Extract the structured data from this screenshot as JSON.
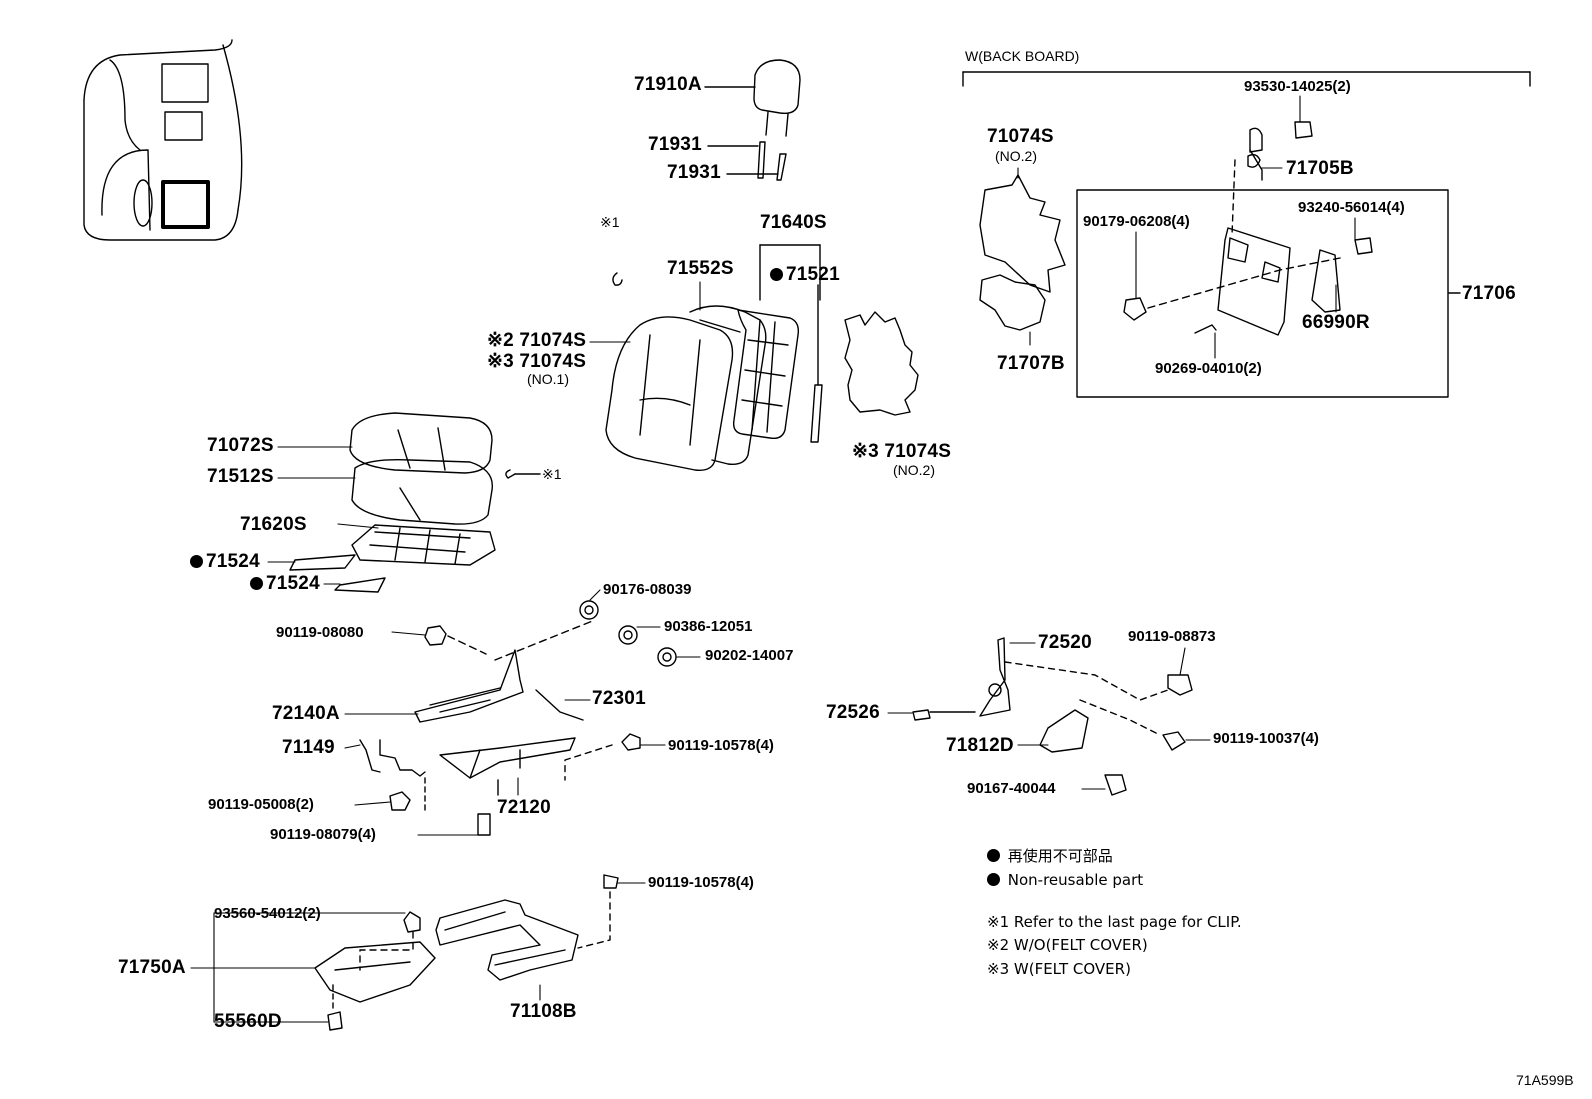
{
  "header": {
    "back_board_label": "W(BACK BOARD)"
  },
  "parts": {
    "p71910A": "71910A",
    "p71931a": "71931",
    "p71931b": "71931",
    "clip_mark_1": "※1",
    "p71640S": "71640S",
    "p71552S": "71552S",
    "p71521": "71521",
    "p71074S_w2": "※2 71074S",
    "p71074S_w3": "※3 71074S",
    "no1": "(NO.1)",
    "p71074S_no2_bottom": "※3 71074S",
    "no2_bottom": "(NO.2)",
    "p71072S": "71072S",
    "p71512S": "71512S",
    "clip_mark_2": "※1",
    "p71620S": "71620S",
    "p71524a": "71524",
    "p71524b": "71524",
    "p90176": "90176-08039",
    "p90386": "90386-12051",
    "p90202": "90202-14007",
    "p90119_08080": "90119-08080",
    "p72301": "72301",
    "p72140A": "72140A",
    "p71149": "71149",
    "p90119_10578a": "90119-10578(4)",
    "p90119_05008": "90119-05008(2)",
    "p72120": "72120",
    "p90119_08079": "90119-08079(4)",
    "p90119_10578b": "90119-10578(4)",
    "p93560": "93560-54012(2)",
    "p71750A": "71750A",
    "p55560D": "55560D",
    "p71108B": "71108B",
    "p72520": "72520",
    "p90119_08873": "90119-08873",
    "p72526": "72526",
    "p71812D": "71812D",
    "p90119_10037": "90119-10037(4)",
    "p90167": "90167-40044",
    "p93530": "93530-14025(2)",
    "p71074S_top": "71074S",
    "no2_top": "(NO.2)",
    "p71705B": "71705B",
    "p90179": "90179-06208(4)",
    "p93240": "93240-56014(4)",
    "p71706": "71706",
    "p66990R": "66990R",
    "p71707B": "71707B",
    "p90269": "90269-04010(2)"
  },
  "legend": {
    "non_reusable_jp": "再使用不可部品",
    "non_reusable_en": "Non-reusable part",
    "note1": "※1  Refer to the last page for CLIP.",
    "note2": "※2  W/O(FELT COVER)",
    "note3": "※3  W(FELT COVER)"
  },
  "footer": {
    "diagram_code": "71A599B"
  }
}
